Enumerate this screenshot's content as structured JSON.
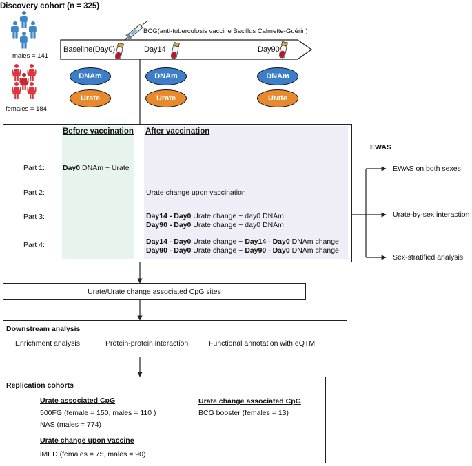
{
  "title": "Discovery cohort (n = 325)",
  "cohort": {
    "males": "males = 141",
    "females": "females = 184"
  },
  "timeline": {
    "vaccine_label": "BCG(anti-tuberculosis vaccine Bacillus Calmette-Guérin)",
    "points": [
      "Baseline(Day0)",
      "Day14",
      "Day90"
    ],
    "dnam": "DNAm",
    "urate": "Urate"
  },
  "design": {
    "before_header": "Before vaccination",
    "after_header": "After vaccination",
    "part1": {
      "label": "Part 1:",
      "bold": "Day0",
      "text": " DNAm ~ Urate"
    },
    "part2": {
      "label": "Part 2:",
      "text": "Urate change upon vaccination"
    },
    "part3": {
      "label": "Part 3:",
      "line1_bold": "Day14 - Day0",
      "line1_text": " Urate change ~ day0 DNAm",
      "line2_bold": "Day90 - Day0",
      "line2_text": " Urate change ~ day0 DNAm"
    },
    "part4": {
      "label": "Part 4:",
      "line1_bold_a": "Day14 - Day0",
      "line1_mid": " Urate change ~ ",
      "line1_bold_b": "Day14 - Day0",
      "line1_end": " DNAm change",
      "line2_bold_a": "Day90 - Day0",
      "line2_mid": " Urate change ~ ",
      "line2_bold_b": "Day90 - Day0",
      "line2_end": " DNAm change"
    }
  },
  "ewas": {
    "title": "EWAS",
    "items": [
      "EWAS on both sexes",
      "Urate-by-sex interaction",
      "Sex-stratified analysis"
    ]
  },
  "cpg_box": "Urate/Urate change associated CpG sites",
  "downstream": {
    "title": "Downstream analysis",
    "items": [
      "Enrichment analysis",
      "Protein-protein interaction",
      "Functional annotation with eQTM"
    ]
  },
  "replication": {
    "title": "Replication cohorts",
    "urate_cpg_header": "Urate associated CpG",
    "urate_cpg_items": [
      "500FG (female = 150, males = 110 )",
      "NAS (males = 774)"
    ],
    "urate_change_cpg_header": "Urate change associated CpG",
    "urate_change_cpg_items": [
      "BCG booster (females = 13)"
    ],
    "urate_vaccine_header": "Urate change upon vaccine",
    "urate_vaccine_items": [
      "iMED (females = 75, males = 90)"
    ]
  },
  "colors": {
    "dnam": "#3c7ec7",
    "urate": "#e8892e",
    "male": "#3f86c8",
    "female": "#d9363e"
  }
}
